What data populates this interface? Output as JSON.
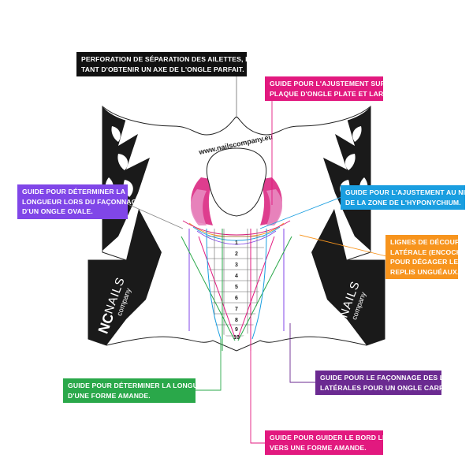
{
  "labels": {
    "perforation": [
      "Perforation de séparation des ailettes, permet-",
      "tant d'obtenir un axe de l'ongle parfait."
    ],
    "flat_plate": [
      "Guide pour l'ajustement sur une",
      "plaque d'ongle plate et large."
    ],
    "oval": [
      "Guide pour déterminer la",
      "longueur lors du façonnage",
      "d'un ongle ovale."
    ],
    "hyponychium": [
      "Guide pour l'ajustement au niveau",
      "de la zone de l'hyponychium."
    ],
    "notches": [
      "Lignes de découpe",
      "latérale (encoches)",
      "pour dégager les",
      "replis unguéaux."
    ],
    "almond_length": [
      "Guide pour déterminer la longueur",
      "d'une forme amande."
    ],
    "square_lines": [
      "Guide pour le façonnage des lignes",
      "latérales pour un ongle carré."
    ],
    "free_edge": [
      "Guide pour guider le bord libre",
      "vers une forme amande."
    ]
  },
  "form": {
    "website": "www.nailscompany.eu",
    "brand_top": "NAILS",
    "brand_bottom": "company",
    "scale_numbers": [
      "1",
      "2",
      "3",
      "4",
      "5",
      "6",
      "7",
      "8",
      "9",
      "10"
    ]
  },
  "colors": {
    "black_label": "#111111",
    "pink_label": "#e2197f",
    "purple_label": "#8046e8",
    "blue_label": "#1a9ee0",
    "orange_label": "#f7941d",
    "green_label": "#2aa84a",
    "violet_label": "#6b2a91",
    "form_black": "#1a1a1a"
  }
}
